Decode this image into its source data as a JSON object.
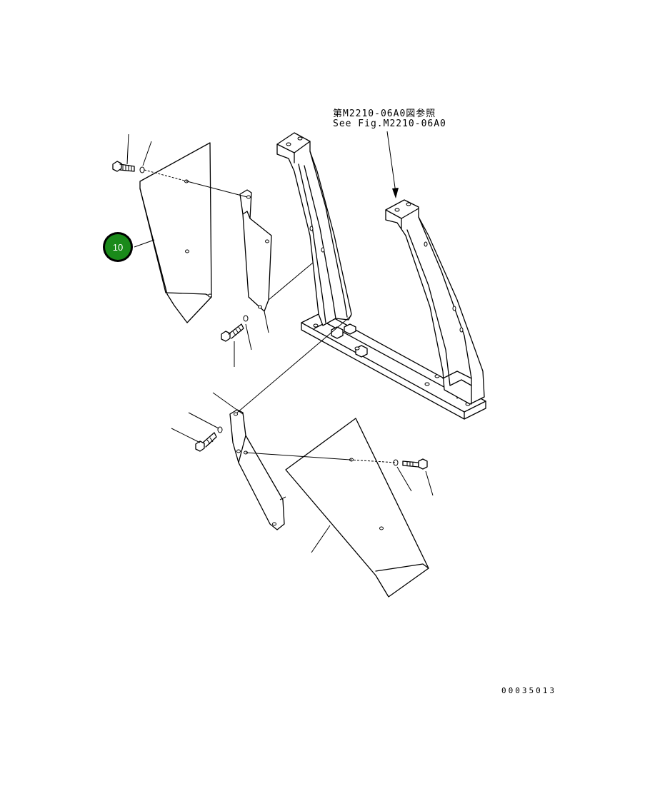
{
  "reference": {
    "jp": "第M2210-06A0図参照",
    "en": "See Fig.M2210-06A0"
  },
  "callouts": [
    {
      "label": "10",
      "color": "#1a8a1a"
    }
  ],
  "figure_number": "00035013"
}
